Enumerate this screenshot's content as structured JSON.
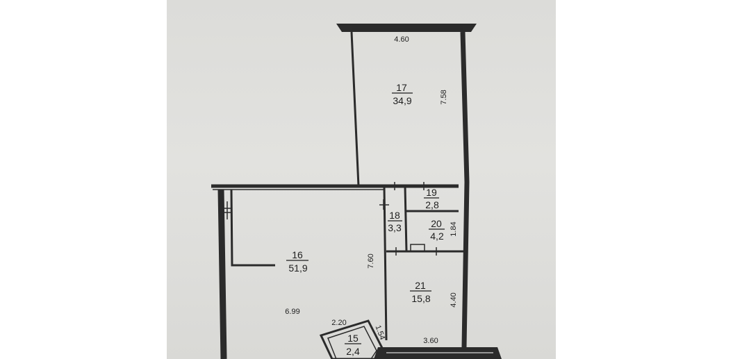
{
  "rooms": [
    {
      "id": "17",
      "area": "34,9"
    },
    {
      "id": "16",
      "area": "51,9"
    },
    {
      "id": "18",
      "area": "3,3"
    },
    {
      "id": "19",
      "area": "2,8"
    },
    {
      "id": "20",
      "area": "4,2"
    },
    {
      "id": "21",
      "area": "15,8"
    },
    {
      "id": "15",
      "area": "2,4"
    }
  ],
  "dimensions": [
    {
      "value": "4.60"
    },
    {
      "value": "7.58"
    },
    {
      "value": "7.60"
    },
    {
      "value": "6.99"
    },
    {
      "value": "1.84"
    },
    {
      "value": "4.40"
    },
    {
      "value": "3.60"
    },
    {
      "value": "2.20"
    },
    {
      "value": "1.54"
    }
  ]
}
